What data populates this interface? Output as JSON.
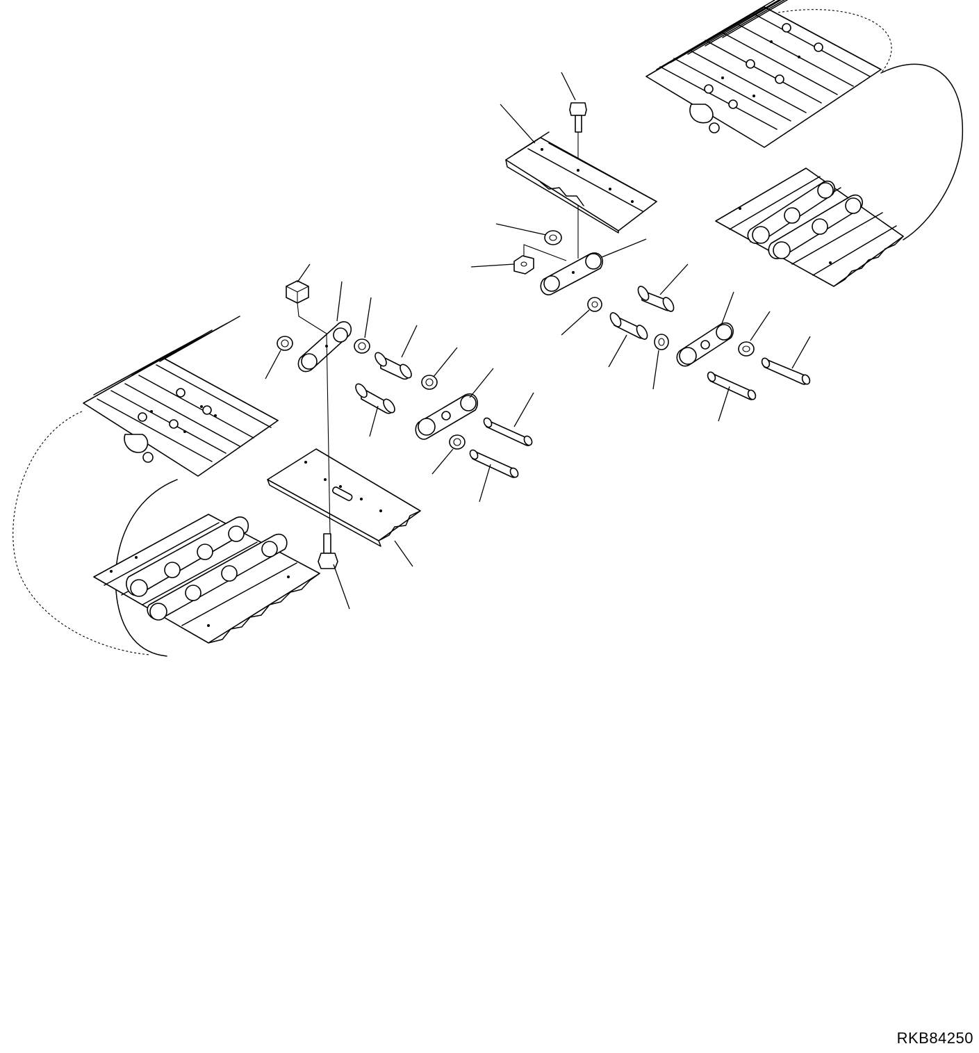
{
  "reference_code": "RKB84250",
  "diagram": {
    "components": [
      "track-shoe",
      "track-shoe-bolt",
      "track-shoe-nut",
      "track-link",
      "master-link",
      "track-bushing",
      "track-pin",
      "dust-seal",
      "spacer"
    ]
  }
}
